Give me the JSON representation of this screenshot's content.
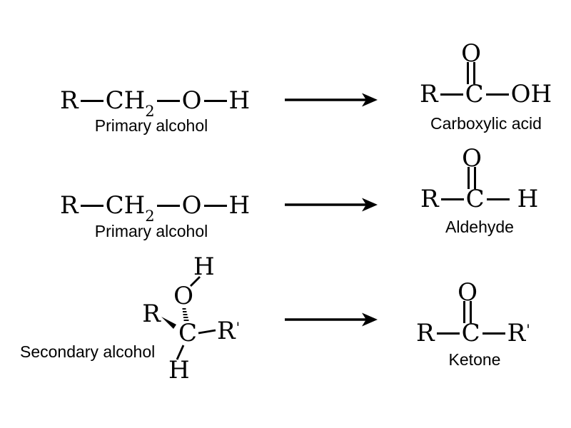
{
  "colors": {
    "background": "#ffffff",
    "ink": "#000000"
  },
  "rows": {
    "row1": {
      "reactant": {
        "r": "R",
        "c_group": "CH",
        "c_sub": "2",
        "o": "O",
        "h": "H"
      },
      "reactant_label": "Primary alcohol",
      "product": {
        "o": "O",
        "r": "R",
        "c": "C",
        "x": "OH"
      },
      "product_label": "Carboxylic acid"
    },
    "row2": {
      "reactant": {
        "r": "R",
        "c_group": "CH",
        "c_sub": "2",
        "o": "O",
        "h": "H"
      },
      "reactant_label": "Primary alcohol",
      "product": {
        "o": "O",
        "r": "R",
        "c": "C",
        "x": "H"
      },
      "product_label": "Aldehyde"
    },
    "row3": {
      "reactant": {
        "h_top": "H",
        "o": "O",
        "r": "R",
        "c": "C",
        "r_prime": "R",
        "prime": "'",
        "h_bottom": "H"
      },
      "reactant_label": "Secondary alcohol",
      "product": {
        "o": "O",
        "r": "R",
        "c": "C",
        "x": "R",
        "x_prime": "'"
      },
      "product_label": "Ketone"
    }
  }
}
